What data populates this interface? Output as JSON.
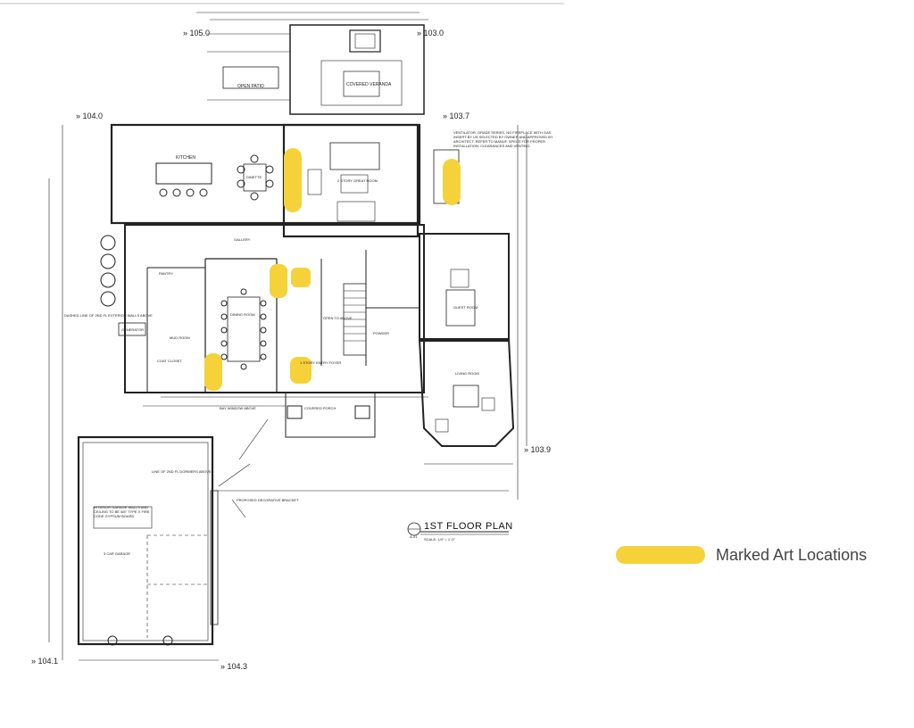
{
  "legend": {
    "label": "Marked Art Locations",
    "color": "#f6d23a"
  },
  "plan": {
    "title": "1ST FLOOR PLAN",
    "sheet": "A-01",
    "scale": "SCALE: 1/4\" = 1'-0\"",
    "elevations": {
      "top_left": "» 105.0",
      "top_right": "» 103.0",
      "left": "» 104.0",
      "right_upper": "» 103.7",
      "right_lower": "» 103.9",
      "bottom_left": "» 104.1",
      "bottom_center": "» 104.3"
    },
    "rooms": {
      "open_patio": "OPEN PATIO",
      "covered_veranda": "COVERED VERANDA",
      "kitchen": "KITCHEN",
      "dinette": "DINETTE",
      "great_room": "2 STORY GREAT ROOM",
      "guest_room": "GUEST ROOM",
      "dining_room": "DINING ROOM",
      "living_room": "LIVING ROOM",
      "foyer": "1 STORY ENTRY FOYER",
      "covered_porch": "COVERED PORCH",
      "garage": "3 CAR GARAGE",
      "mud_room": "MUD ROOM",
      "pantry": "PANTRY",
      "generator": "GENERATOR",
      "gallery": "GALLERY",
      "coat_closet": "COAT CLOSET",
      "powder": "POWDER",
      "open_to_above": "OPEN TO ABOVE"
    },
    "notes": {
      "fireplace": "VENTILATOR, GRADE SERIES, NO FIREPLACE WITH GAS INSERT BY US SELECTED BY OWNER AND APPROVED BY ARCHITECT. REFER TO MANUF. SPECS FOR PROPER INSTALLATION, CLEARANCES AND VENTING.",
      "bay_window": "BAY WINDOW ABOVE",
      "decorative_bracket": "PROPOSED DECORATIVE BRACKET",
      "garage_walls": "INTERIOR GARAGE WALLS AND CEILING TO BE 5/8\" TYPE X FIRE CODE GYPSUM BOARD",
      "dormers": "LINE OF 2ND FL DORMERS ABOVE",
      "dashed_line": "DASHED LINE OF 2ND FL EXTERIOR WALLS ABOVE"
    }
  }
}
